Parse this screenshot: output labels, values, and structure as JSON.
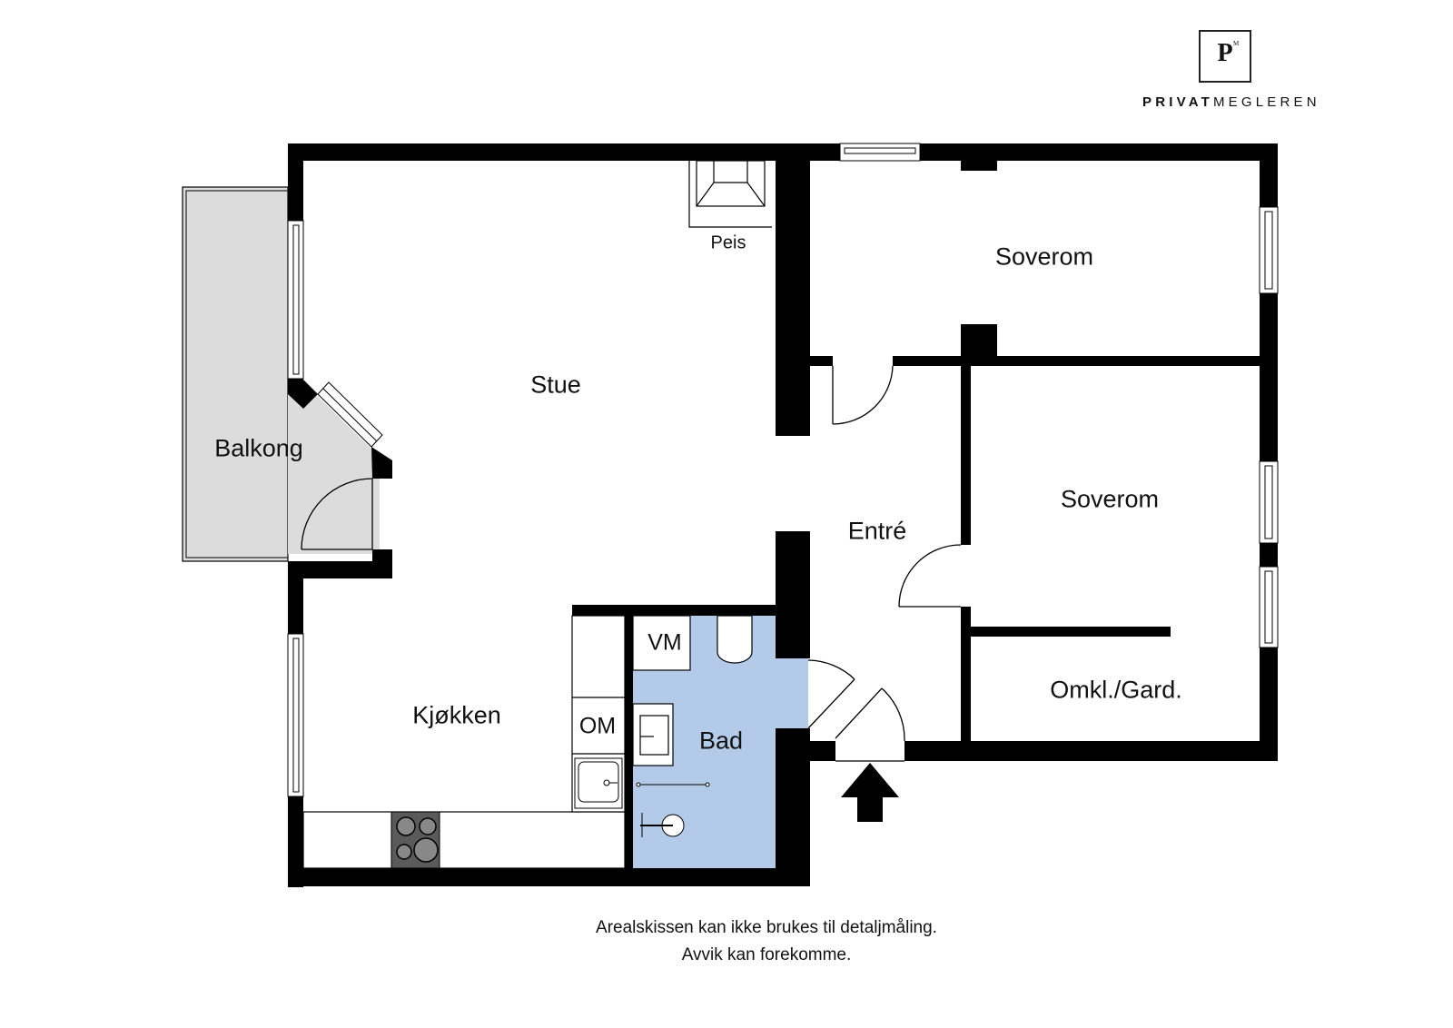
{
  "brand": {
    "logo_letter": "P",
    "logo_superscript": "M",
    "name_bold": "PRIVAT",
    "name_regular": "MEGLEREN"
  },
  "rooms": {
    "stue": "Stue",
    "balkong": "Balkong",
    "kjokken": "Kjøkken",
    "soverom_1": "Soverom",
    "soverom_2": "Soverom",
    "entre": "Entré",
    "bad": "Bad",
    "omkl_gard": "Omkl./Gard."
  },
  "fixtures": {
    "peis": "Peis",
    "vm": "VM",
    "om": "OM"
  },
  "disclaimer": {
    "line1": "Arealskissen kan ikke brukes til detaljmåling.",
    "line2": "Avvik kan forekomme."
  },
  "colors": {
    "wall": "#000000",
    "balcony_fill": "#dcdcdc",
    "bathroom_fill": "#b3cbe9",
    "stove_fill": "#5a5a5a"
  },
  "icons": [
    "entrance-arrow-icon",
    "fireplace-icon",
    "stove-icon",
    "sink-icon",
    "toilet-icon",
    "shower-icon"
  ]
}
